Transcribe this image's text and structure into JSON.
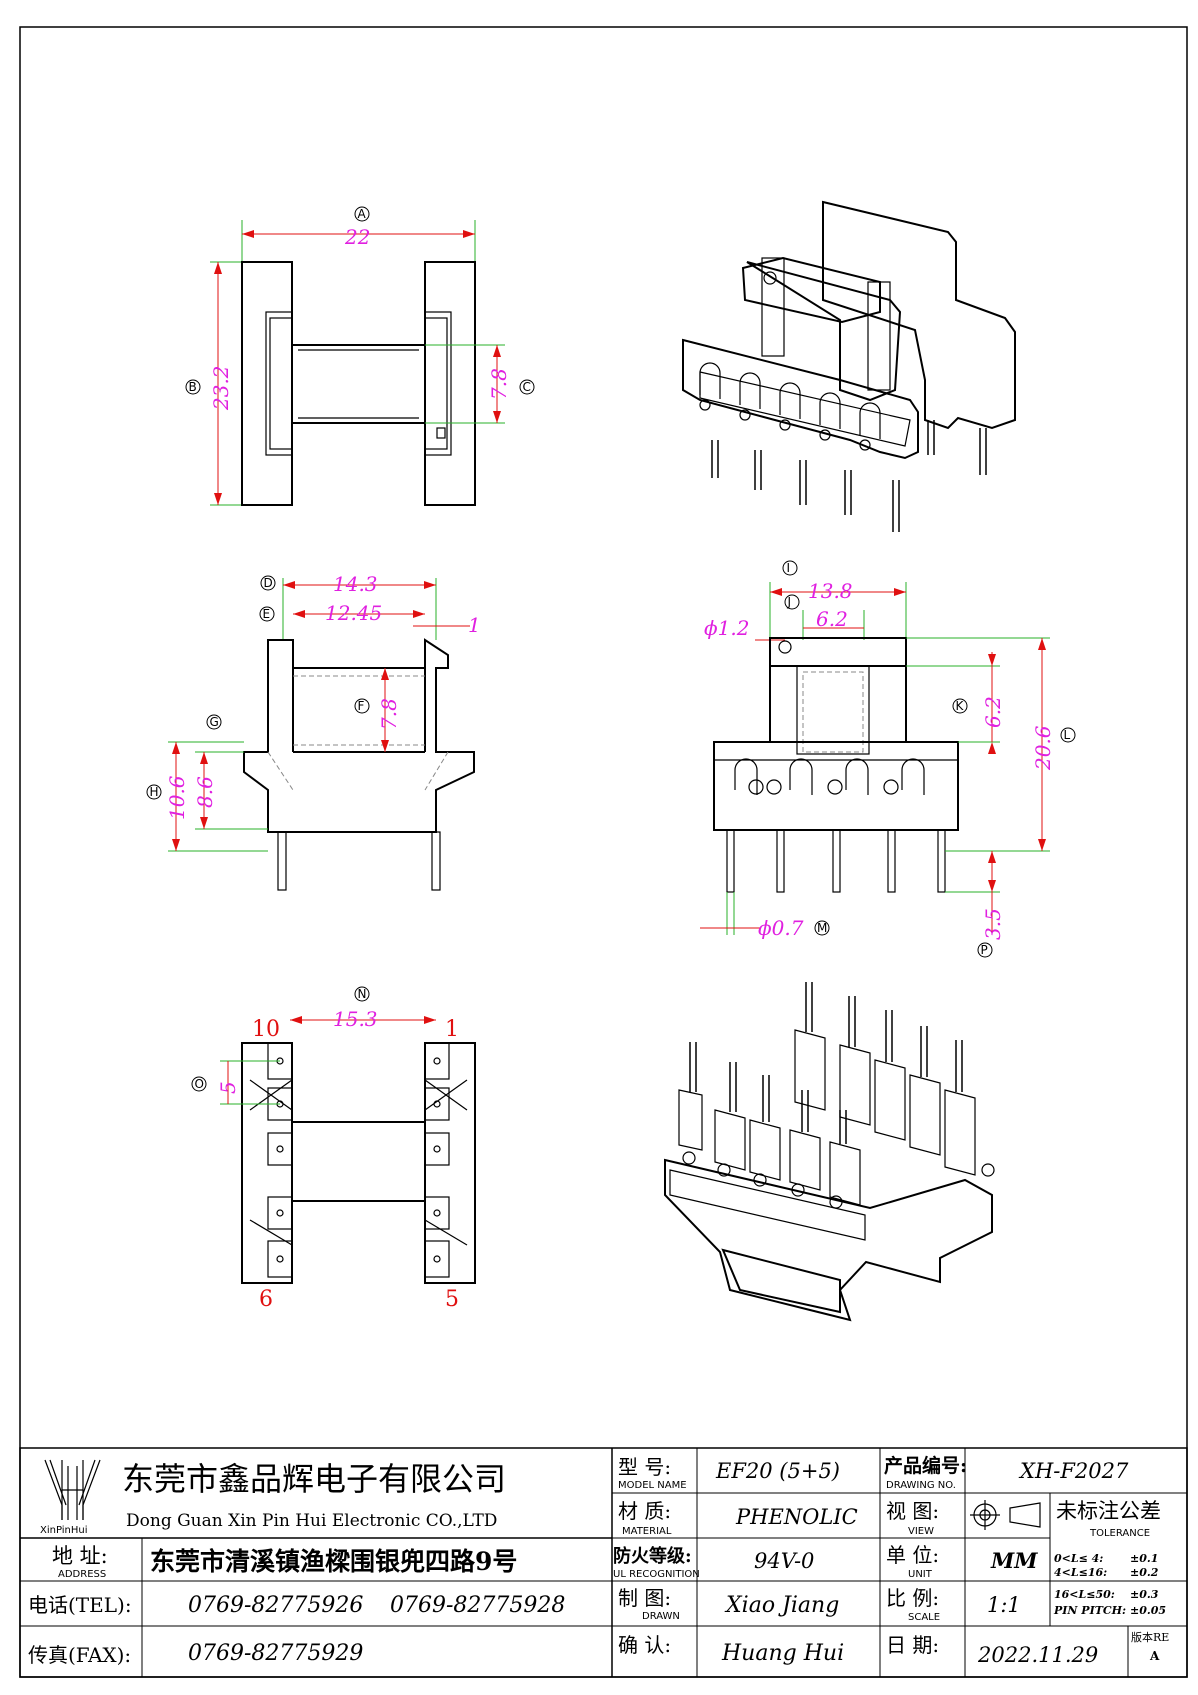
{
  "dimensions": {
    "top_width": "22",
    "top_height": "23.2",
    "top_core": "7.8",
    "side_outer": "14.3",
    "side_inner": "12.45",
    "side_flange": "1",
    "side_core": "7.8",
    "side_h1": "10.6",
    "side_h2": "8.6",
    "front_width": "13.8",
    "front_slot": "6.2",
    "front_hole": "ϕ1.2",
    "front_slot_h": "6.2",
    "front_height": "20.6",
    "front_pin_dia": "ϕ0.7",
    "front_pin_len": "3.5",
    "bottom_span": "15.3",
    "bottom_pitch": "5"
  },
  "bubbles": [
    "A",
    "B",
    "C",
    "D",
    "E",
    "F",
    "G",
    "H",
    "I",
    "J",
    "K",
    "L",
    "M",
    "N",
    "O",
    "P"
  ],
  "pin_numbers": {
    "p10": "10",
    "p1": "1",
    "p6": "6",
    "p5": "5"
  },
  "title_block": {
    "company_cn": "东莞市鑫品辉电子有限公司",
    "company_en": "Dong Guan Xin Pin Hui Electronic CO.,LTD",
    "logo_caption": "XinPinHui",
    "address_label": "地  址:",
    "address_label_en": "ADDRESS",
    "address": "东莞市清溪镇渔樑围银兜四路9号",
    "tel_label": "电话(TEL):",
    "tel1": "0769-82775926",
    "tel2": "0769-82775928",
    "fax_label": "传真(FAX):",
    "fax": "0769-82775929",
    "model_label": "型  号:",
    "model_label_en": "MODEL NAME",
    "model": "EF20 (5+5)",
    "material_label": "材  质:",
    "material_label_en": "MATERIAL",
    "material": "PHENOLIC",
    "ul_label": "防火等级:",
    "ul_label_en": "UL RECOGNITION",
    "ul": "94V-0",
    "drawn_label": "制  图:",
    "drawn_label_en": "DRAWN",
    "drawn": "Xiao Jiang",
    "check_label": "确  认:",
    "check": "Huang Hui",
    "drawing_no_label": "产品编号:",
    "drawing_no_label_en": "DRAWING NO.",
    "drawing_no": "XH-F2027",
    "view_label": "视  图:",
    "view_label_en": "VIEW",
    "unit_label": "单  位:",
    "unit_label_en": "UNIT",
    "unit": "MM",
    "scale_label": "比  例:",
    "scale_label_en": "SCALE",
    "scale": "1:1",
    "date_label": "日  期:",
    "date": "2022.11.29",
    "tolerance_title": "未标注公差",
    "tolerance_en": "TOLERANCE",
    "tol1": "0<L≤ 4:",
    "tol1v": "±0.1",
    "tol2": "4<L≤16:",
    "tol2v": "±0.2",
    "tol3": "16<L≤50:",
    "tol3v": "±0.3",
    "tol4": "PIN PITCH:",
    "tol4v": "±0.05",
    "rev_label": "版本RE",
    "rev": "A"
  }
}
